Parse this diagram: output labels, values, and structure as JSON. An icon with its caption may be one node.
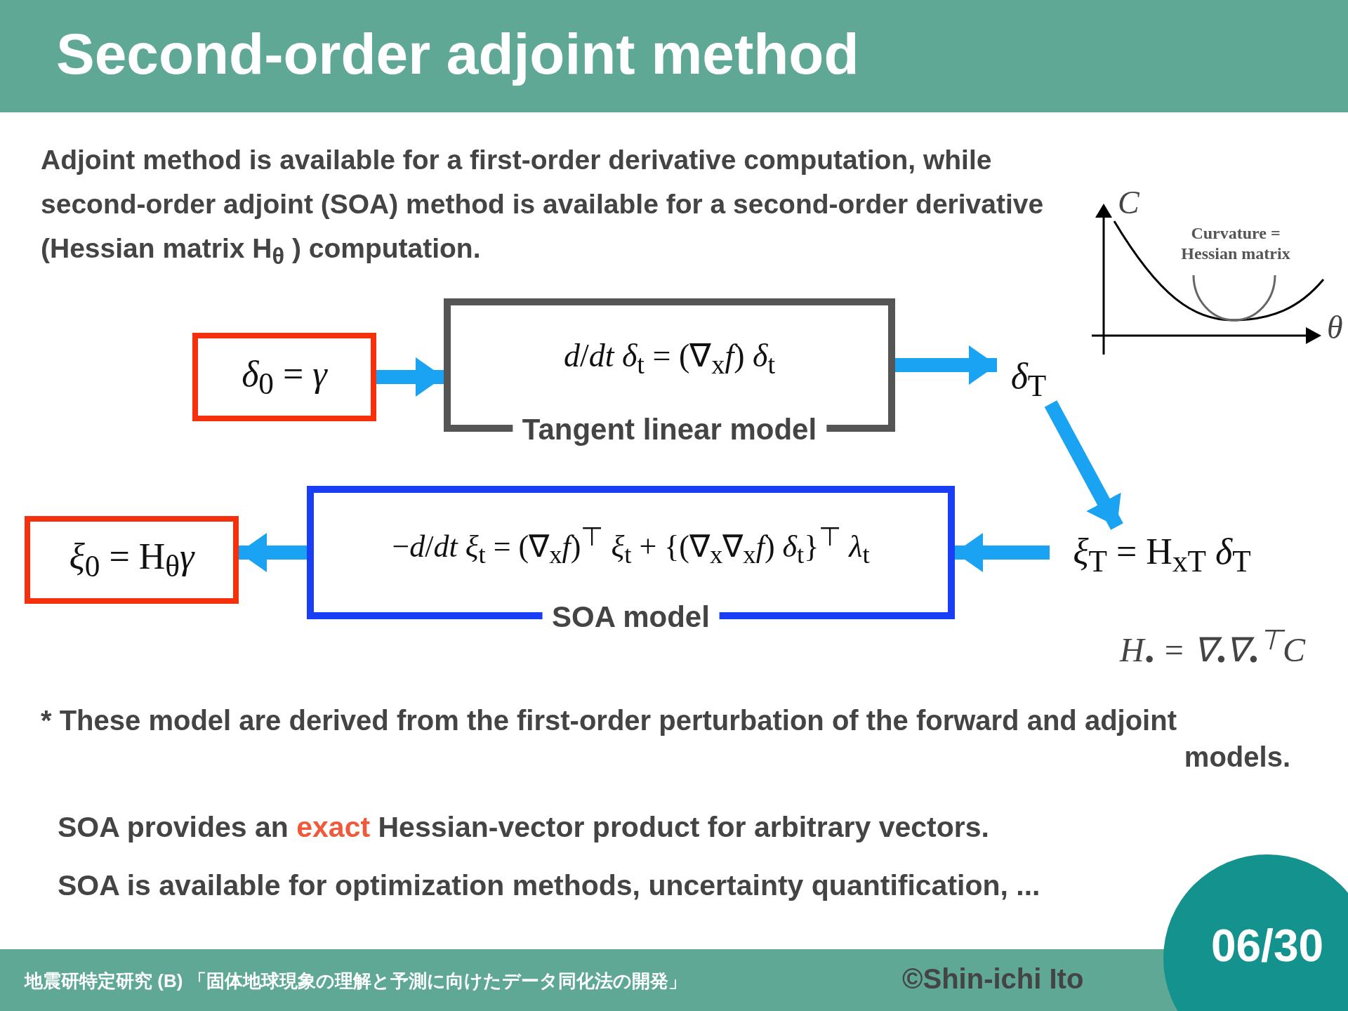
{
  "diagram": {
    "title": "Second-order adjoint method",
    "nodes": [
      {
        "text": [
          "*δ*$_{0}$ = *γ*"
        ]
      },
      {
        "text": [
          "*d*/*dt* *δ*$_{t}$ = (∇$_{x}$*f*) *δ*$_{t}$",
          "Tangent linear model"
        ]
      },
      {
        "text": [
          "*δ*$_{T}$"
        ]
      },
      {
        "text": [
          "*ξ*$_{T}$ = H$_{x}$$_{T}$ *δ*$_{T}$"
        ]
      },
      {
        "text": [
          "−*d*/*dt* *ξ*$_{t}$ = (∇$_{x}$*f*)$^{⊤}$ *ξ*$_{t}$ + {(∇$_{x}$∇$_{x}$*f*) *δ*$_{t}$}$^{⊤}$ *λ*$_{t}$",
          "SOA model"
        ]
      },
      {
        "text": [
          "*ξ*$_{0}$ = H$_{θ}$*γ*"
        ]
      }
    ],
    "edges": [
      {
        "from": 0,
        "to": 1,
        "arrow": "to"
      },
      {
        "from": 1,
        "to": 2,
        "arrow": "to"
      },
      {
        "from": 2,
        "to": 3,
        "arrow": "to"
      },
      {
        "from": 3,
        "to": 4,
        "arrow": "to"
      },
      {
        "from": 4,
        "to": 5,
        "arrow": "to"
      }
    ],
    "labels": [
      "Adjoint method is available for a first-order derivative computation, while second-order adjoint (SOA) method is available for a second-order derivative (Hessian matrix H$_{θ}$ ) computation.",
      "C",
      "Curvature = Hessian matrix",
      "θ",
      "H$_{•}$ = ∇$_{•}$∇$_{•}$$^{⊤}$*C*",
      "* These model are derived from the first-order perturbation of the forward and adjoint models.",
      "SOA provides an **exact** Hessian-vector product for arbitrary vectors.",
      "SOA is available for optimization methods, uncertainty quantification, ...",
      "地震研特定研究 (B) 「固体地球現象の理解と予測に向けたデータ同化法の開発」",
      "©Shin-ichi Ito",
      "06/30"
    ]
  }
}
